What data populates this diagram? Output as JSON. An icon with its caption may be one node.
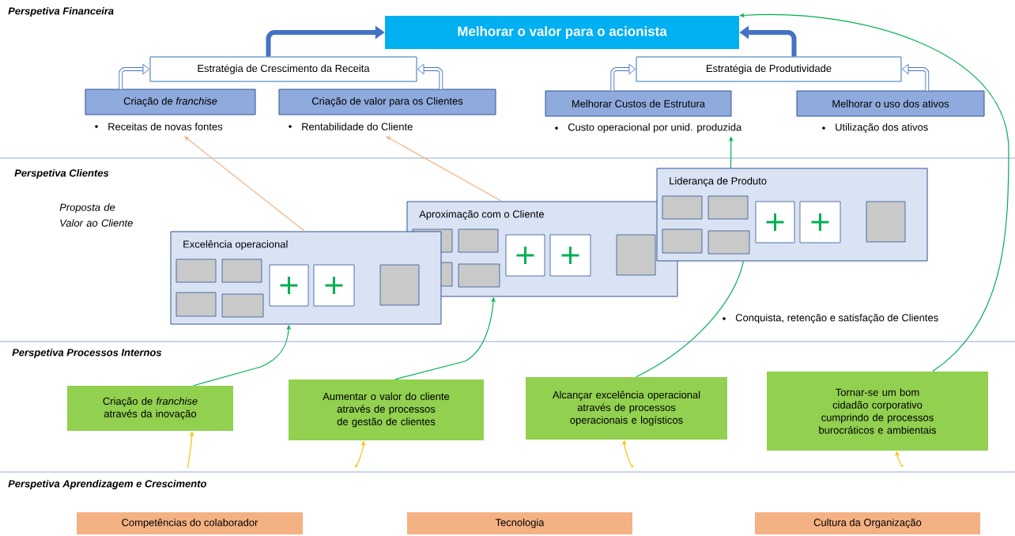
{
  "diagram": {
    "nodes": [
      {
        "text": [
          "Melhorar o valor para o acionista"
        ]
      },
      {
        "text": [
          "Estratégia de Crescimento da Receita"
        ]
      },
      {
        "text": [
          "Estratégia de Produtividade"
        ]
      },
      {
        "text": [
          "Criação de *franchise*"
        ],
        "beside": [
          "Receitas de novas fontes"
        ]
      },
      {
        "text": [
          "Criação de valor para os Clientes"
        ],
        "beside": [
          "Rentabilidade do Cliente"
        ]
      },
      {
        "text": [
          "Melhorar Custos de Estrutura"
        ],
        "beside": [
          "Custo operacional por unid. produzida"
        ]
      },
      {
        "text": [
          "Melhorar o uso dos ativos"
        ],
        "beside": [
          "Utilização dos ativos"
        ]
      },
      {
        "text": [
          "Excelência operacional"
        ]
      },
      {
        "text": [
          "Aproximação com o Cliente"
        ]
      },
      {
        "text": [
          "Liderança de Produto"
        ]
      },
      {
        "text": [
          "Criação de *franchise* através da inovação"
        ]
      },
      {
        "text": [
          "Aumentar o valor do cliente através de processos de gestão de clientes"
        ]
      },
      {
        "text": [
          "Alcançar excelência operacional através de processos operacionais e logísticos"
        ]
      },
      {
        "text": [
          "Tornar-se um bom cidadão corporativo cumprindo de processos burocráticos e ambientais"
        ]
      },
      {
        "text": [
          "Competências do colaborador"
        ]
      },
      {
        "text": [
          "Tecnologia"
        ]
      },
      {
        "text": [
          "Cultura da Organização"
        ]
      }
    ],
    "edges": [
      {
        "from": 1,
        "to": 0,
        "arrow": "to",
        "style": "thick",
        "color": "#4472c4"
      },
      {
        "from": 2,
        "to": 0,
        "arrow": "to",
        "style": "thick",
        "color": "#4472c4"
      },
      {
        "from": 3,
        "to": 1,
        "arrow": "to",
        "style": "thick",
        "color": "#4472c4"
      },
      {
        "from": 4,
        "to": 1,
        "arrow": "to",
        "style": "thick",
        "color": "#4472c4"
      },
      {
        "from": 5,
        "to": 2,
        "arrow": "to",
        "style": "thick",
        "color": "#4472c4"
      },
      {
        "from": 6,
        "to": 2,
        "arrow": "to",
        "style": "thick",
        "color": "#4472c4"
      },
      {
        "from": 7,
        "to": 3,
        "arrow": "to",
        "color": "#f4b183"
      },
      {
        "from": 8,
        "to": 4,
        "arrow": "to",
        "color": "#f4b183"
      },
      {
        "from": 9,
        "to": 5,
        "arrow": "to",
        "color": "#00b050"
      },
      {
        "from": 10,
        "to": 7,
        "arrow": "to",
        "color": "#00b050"
      },
      {
        "from": 11,
        "to": 8,
        "arrow": "to",
        "color": "#00b050"
      },
      {
        "from": 12,
        "to": 9,
        "arrow": "none",
        "color": "#00b050"
      },
      {
        "from": 13,
        "to": 0,
        "arrow": "to",
        "color": "#00b050"
      },
      {
        "from": null,
        "to": 10,
        "arrow": "to",
        "color": "#ffc000"
      },
      {
        "from": null,
        "to": 11,
        "arrow": "to",
        "color": "#ffc000"
      },
      {
        "from": null,
        "to": 12,
        "arrow": "to",
        "color": "#ffc000"
      },
      {
        "from": null,
        "to": 13,
        "arrow": "to",
        "color": "#ffc000"
      }
    ],
    "labels": [
      "Perspetiva Financeira",
      "Perspetiva Clientes",
      "Proposta de Valor ao Cliente",
      "Conquista, retenção e satisfação de Clientes",
      "Perspetiva Processos Internos",
      "Perspetiva Aprendizagem e Crescimento"
    ]
  }
}
